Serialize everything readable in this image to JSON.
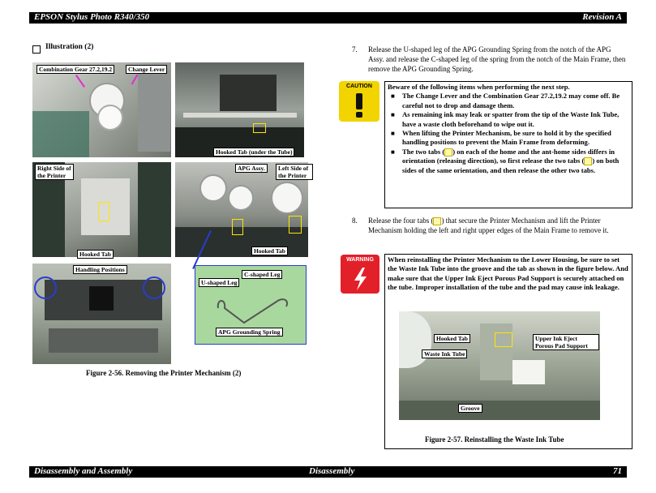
{
  "header": {
    "title": "EPSON Stylus Photo R340/350",
    "revision": "Revision A"
  },
  "footer": {
    "left": "Disassembly and Assembly",
    "center": "Disassembly",
    "page": "71"
  },
  "illustration_heading": "Illustration (2)",
  "left": {
    "labels": {
      "combination_gear": "Combination Gear 27.2,19.2",
      "change_lever": "Change Lever",
      "hooked_tab_under_tube": "Hooked Tab (under the Tube)",
      "right_side": "Right Side of the Printer",
      "hooked_tab_1": "Hooked Tab",
      "apg_assy": "APG Assy.",
      "left_side": "Left Side of the Printer",
      "hooked_tab_2": "Hooked Tab",
      "handling_positions": "Handling Positions",
      "c_shaped_leg": "C-shaped Leg",
      "u_shaped_leg": "U-shaped Leg",
      "apg_grounding_spring": "APG Grounding Spring"
    },
    "caption": "Figure 2-56.  Removing the Printer Mechanism (2)"
  },
  "step7": {
    "num": "7.",
    "text": "Release the U-shaped leg of the APG Grounding Spring from the notch of the APG Assy. and release the C-shaped leg of the spring from the notch of the Main Frame, then remove the APG Grounding Spring."
  },
  "caution": {
    "icon_label": "CAUTION",
    "intro": "Beware of the following items when performing the next step.",
    "items": [
      "The Change Lever and the Combination Gear 27.2,19.2 may come off. Be careful not to drop and damage them.",
      "As remaining ink may leak or spatter from the tip of the Waste Ink Tube, have a waste cloth beforehand to wipe out it.",
      "When lifting the Printer Mechanism, be sure to hold it by the specified handling positions to prevent the Main Frame from deforming."
    ],
    "last_item_a": "The two tabs (",
    "last_item_b": ") on each of the home and the ant-home sides differs in orientation (releasing direction), so first release the two tabs (",
    "last_item_c": ") on both sides of the same orientation, and then release the other two tabs."
  },
  "step8": {
    "num": "8.",
    "text_a": "Release the four tabs (",
    "text_b": ") that secure the Printer Mechanism and lift the Printer Mechanism holding the left and right upper edges of the Main Frame to remove it."
  },
  "warning": {
    "icon_label": "WARNING",
    "text": "When reinstalling the Printer Mechanism to the Lower Housing, be sure to set the Waste Ink Tube into the groove and the tab as shown in the figure below. And make sure that the Upper Ink Eject Porous Pad Support is securely attached on the tube. Improper installation of the tube and the pad may cause ink leakage."
  },
  "right_figure": {
    "labels": {
      "hooked_tab": "Hooked Tab",
      "waste_ink_tube": "Waste Ink Tube",
      "upper_ink_eject": "Upper Ink Eject Porous Pad Support",
      "groove": "Groove"
    },
    "caption": "Figure 2-57.  Reinstalling the Waste Ink Tube"
  },
  "colors": {
    "photo_bg": "#b8bcb4",
    "caution": "#f2d400",
    "warning": "#e2202a",
    "label_yellow": "#ffe600",
    "arrow_red": "#e0002a"
  }
}
